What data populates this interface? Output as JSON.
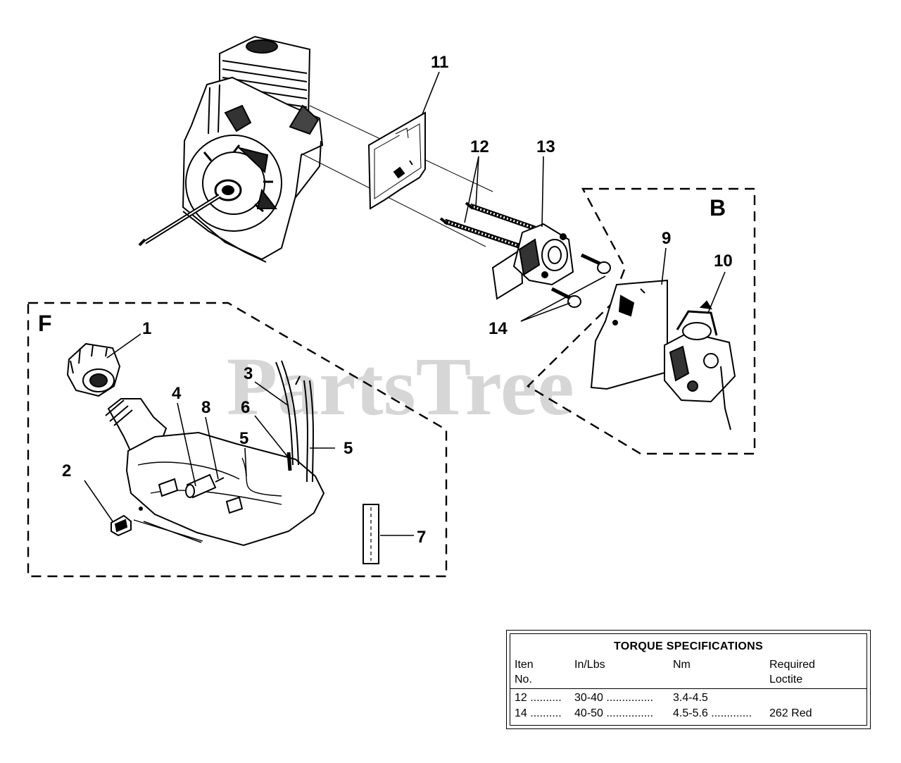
{
  "callouts": {
    "c1": "1",
    "c2": "2",
    "c3": "3",
    "c4": "4",
    "c5a": "5",
    "c5b": "5",
    "c6": "6",
    "c7": "7",
    "c8": "8",
    "c9": "9",
    "c10": "10",
    "c11": "11",
    "c12": "12",
    "c13": "13",
    "c14": "14"
  },
  "sections": {
    "B": "B",
    "F": "F"
  },
  "watermark": {
    "text": "PartsTree",
    "mark": "™"
  },
  "torque_table": {
    "title": "TORQUE SPECIFICATIONS",
    "headers": {
      "item_line1": "Iten",
      "item_line2": "No.",
      "inlbs": "In/Lbs",
      "nm": "Nm",
      "loctite_line1": "Required",
      "loctite_line2": "Loctite"
    },
    "rows": [
      {
        "item": "12 ..........",
        "inlbs": "30-40 ...............",
        "nm": "3.4-4.5",
        "loctite": ""
      },
      {
        "item": "14 ..........",
        "inlbs": "40-50 ...............",
        "nm": "4.5-5.6 .............",
        "loctite": "262 Red"
      }
    ]
  }
}
